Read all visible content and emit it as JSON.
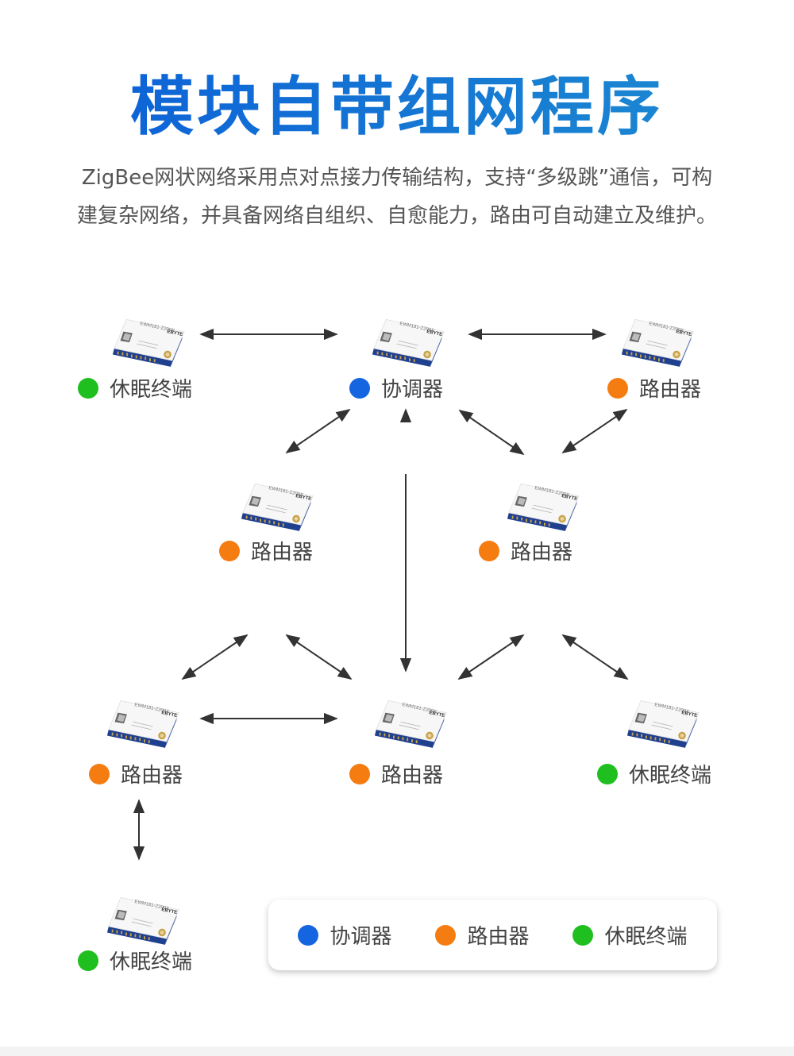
{
  "title": "模块自带组网程序",
  "description": [
    "ZigBee网状网络采用点对点接力传输结构，支持“多级跳”通信，可构",
    "建复杂网络，并具备网络自组织、自愈能力，路由可自动建立及维护。"
  ],
  "colors": {
    "coordinator": "#1565e0",
    "router": "#f57c10",
    "end_device": "#1fbf1f",
    "arrow": "#333333"
  },
  "module": {
    "model_text": "EWM181-Z200X",
    "brand_text": "EBYTE"
  },
  "nodes": [
    {
      "id": "n1",
      "type": "end_device",
      "label": "休眠终端"
    },
    {
      "id": "n2",
      "type": "coordinator",
      "label": "协调器"
    },
    {
      "id": "n3",
      "type": "router",
      "label": "路由器"
    },
    {
      "id": "n4",
      "type": "router",
      "label": "路由器"
    },
    {
      "id": "n5",
      "type": "router",
      "label": "路由器"
    },
    {
      "id": "n6",
      "type": "router",
      "label": "路由器"
    },
    {
      "id": "n7",
      "type": "router",
      "label": "路由器"
    },
    {
      "id": "n8",
      "type": "end_device",
      "label": "休眠终端"
    },
    {
      "id": "n9",
      "type": "end_device",
      "label": "休眠终端"
    }
  ],
  "links": [
    [
      "n1",
      "n2"
    ],
    [
      "n2",
      "n3"
    ],
    [
      "n2",
      "n4"
    ],
    [
      "n2",
      "n5"
    ],
    [
      "n3",
      "n5"
    ],
    [
      "n2",
      "n7"
    ],
    [
      "n4",
      "n6"
    ],
    [
      "n4",
      "n7"
    ],
    [
      "n5",
      "n7"
    ],
    [
      "n5",
      "n8"
    ],
    [
      "n6",
      "n7"
    ],
    [
      "n6",
      "n9"
    ]
  ],
  "legend": [
    {
      "type": "coordinator",
      "label": "协调器"
    },
    {
      "type": "router",
      "label": "路由器"
    },
    {
      "type": "end_device",
      "label": "休眠终端"
    }
  ]
}
